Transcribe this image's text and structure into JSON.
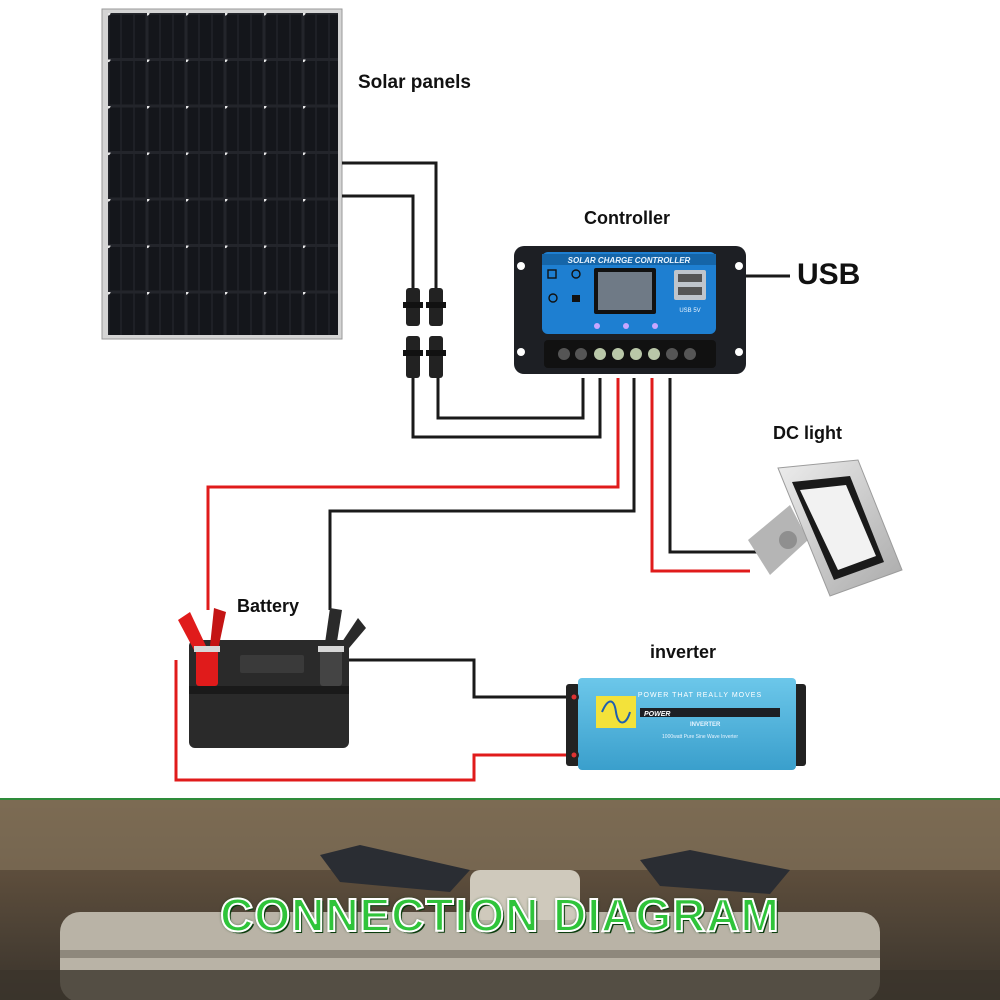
{
  "labels": {
    "solar_panels": "Solar panels",
    "controller": "Controller",
    "usb": "USB",
    "dc_light": "DC light",
    "battery": "Battery",
    "inverter": "inverter"
  },
  "controller_device": {
    "brand_text": "SOLAR CHARGE CONTROLLER",
    "usb_tag": "USB 5V"
  },
  "inverter_device": {
    "tagline": "POWER THAT REALLY MOVES",
    "brand": "POWER",
    "model": "INVERTER",
    "subtitle": "1000watt Pure Sine Wave Inverter"
  },
  "banner": {
    "title": "CONNECTION DIAGRAM"
  },
  "colors": {
    "positive_wire": "#e01b1b",
    "negative_wire": "#1a1a1a",
    "banner_title": "#2fc43a",
    "divider": "#2e8b3a",
    "controller_accent": "#1e7fd1",
    "inverter_body": "#4fb6e0"
  }
}
